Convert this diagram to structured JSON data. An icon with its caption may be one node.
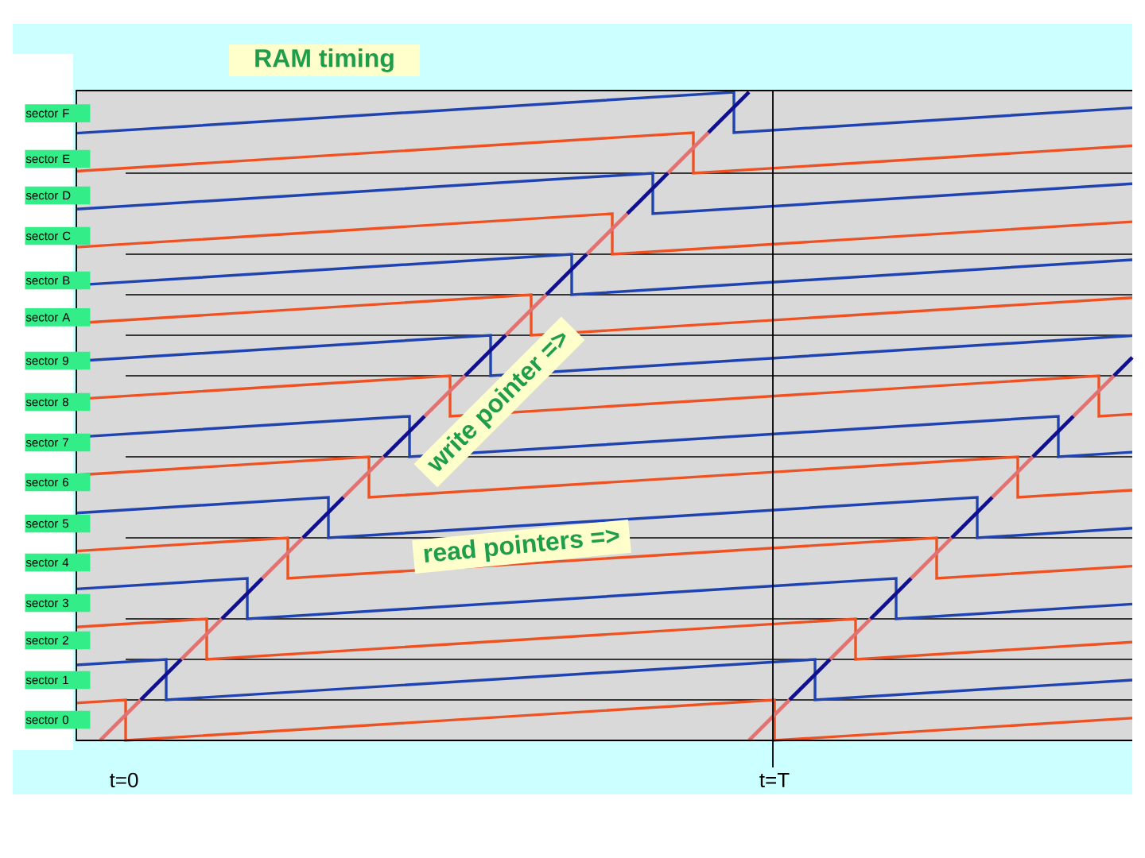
{
  "diagram": {
    "title": "RAM timing",
    "nodes": [
      {
        "text": [
          "sector F"
        ]
      },
      {
        "text": [
          "sector E"
        ]
      },
      {
        "text": [
          "sector D"
        ]
      },
      {
        "text": [
          "sector C"
        ]
      },
      {
        "text": [
          "sector B"
        ]
      },
      {
        "text": [
          "sector A"
        ]
      },
      {
        "text": [
          "sector 9"
        ]
      },
      {
        "text": [
          "sector 8"
        ]
      },
      {
        "text": [
          "sector 7"
        ]
      },
      {
        "text": [
          "sector 6"
        ]
      },
      {
        "text": [
          "sector 5"
        ]
      },
      {
        "text": [
          "sector 4"
        ]
      },
      {
        "text": [
          "sector 3"
        ]
      },
      {
        "text": [
          "sector 2"
        ]
      },
      {
        "text": [
          "sector 1"
        ]
      },
      {
        "text": [
          "sector 0"
        ]
      },
      {
        "text": [
          "write pointer =>"
        ]
      },
      {
        "text": [
          "read pointers =>"
        ]
      }
    ],
    "labels": [
      "t=0",
      "t=T"
    ]
  }
}
